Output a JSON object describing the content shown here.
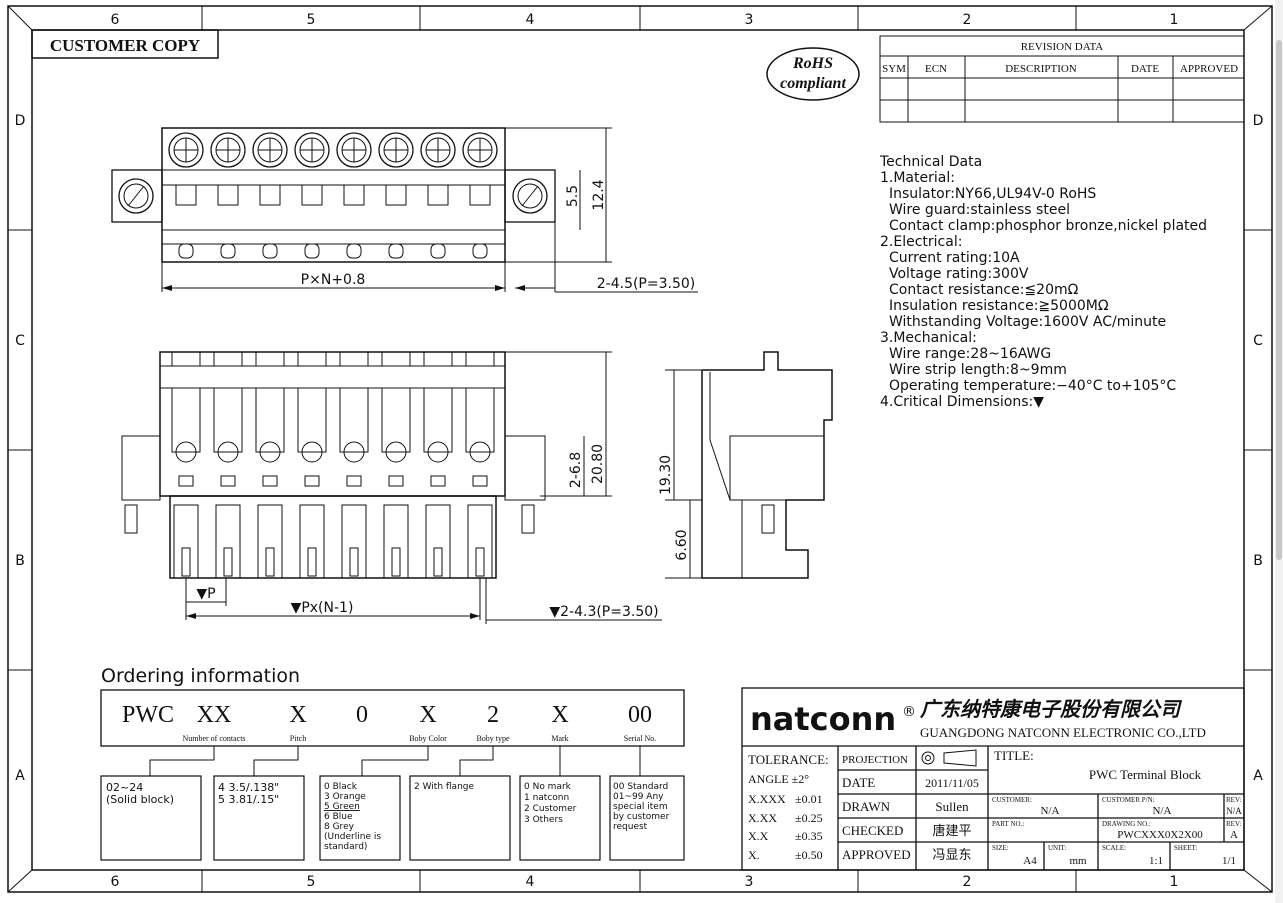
{
  "frame": {
    "cols_top": [
      "6",
      "5",
      "4",
      "3",
      "2",
      "1"
    ],
    "cols_bottom": [
      "6",
      "5",
      "4",
      "3",
      "2",
      "1"
    ],
    "rows": [
      "D",
      "C",
      "B",
      "A"
    ]
  },
  "stamp": "CUSTOMER COPY",
  "rohs": {
    "line1": "RoHS",
    "line2": "compliant"
  },
  "revision": {
    "title": "REVISION DATA",
    "headers": [
      "SYM",
      "ECN",
      "DESCRIPTION",
      "DATE",
      "APPROVED"
    ]
  },
  "technical": {
    "lines": [
      "Technical Data",
      "1.Material:",
      "  Insulator:NY66,UL94V-0 RoHS",
      "  Wire guard:stainless steel",
      "  Contact clamp:phosphor bronze,nickel plated",
      "2.Electrical:",
      "  Current rating:10A",
      "  Voltage rating:300V",
      "  Contact resistance:≦20mΩ",
      "  Insulation resistance:≧5000MΩ",
      "  Withstanding Voltage:1600V AC/minute",
      "3.Mechanical:",
      "  Wire range:28~16AWG",
      "  Wire strip length:8~9mm",
      "  Operating temperature:−40°C to+105°C",
      "4.Critical Dimensions:▼"
    ]
  },
  "dims": {
    "top_width": "P×N+0.8",
    "top_pitch": "2-4.5(P=3.50)",
    "top_h1": "5.5",
    "top_h2": "12.4",
    "front_h1": "2-6.8",
    "front_h2": "20.80",
    "front_p": "▼P",
    "front_pn": "▼Px(N-1)",
    "front_pitch": "▼2-4.3(P=3.50)",
    "side_h1": "19.30",
    "side_h2": "6.60"
  },
  "ordering": {
    "title": "Ordering information",
    "codes": [
      "PWC",
      "XX",
      "X",
      "0",
      "X",
      "2",
      "X",
      "00"
    ],
    "labels": [
      "Number of contacts",
      "Pitch",
      "Boby Color",
      "Boby type",
      "Mark",
      "Serial No."
    ],
    "boxes": [
      [
        "02~24",
        "(Solid block)"
      ],
      [
        "4  3.5/.138\"",
        "5  3.81/.15\""
      ],
      [
        "0  Black",
        "3  Orange",
        "5  Green",
        "6  Blue",
        "8  Grey",
        "(Underline is",
        "standard)"
      ],
      [
        "2  With flange"
      ],
      [
        "0  No mark",
        "1  natconn",
        "2  Customer",
        "3  Others"
      ],
      [
        "00 Standard",
        "01~99 Any",
        "special item",
        "by customer",
        "request"
      ]
    ]
  },
  "titleblock": {
    "brand": "natconn",
    "reg": "®",
    "company_cn": "广东纳特康电子股份有限公司",
    "company_en": "GUANGDONG NATCONN ELECTRONIC CO.,LTD",
    "tolerance": {
      "label": "TOLERANCE:",
      "angle": "ANGLE ±2°",
      "rows": [
        [
          "X.XXX",
          "±0.01"
        ],
        [
          "X.XX",
          "±0.25"
        ],
        [
          "X.X",
          "±0.35"
        ],
        [
          "X.",
          "±0.50"
        ]
      ]
    },
    "projection": "PROJECTION",
    "date_label": "DATE",
    "date": "2011/11/05",
    "drawn_label": "DRAWN",
    "drawn": "Sullen",
    "checked_label": "CHECKED",
    "checked": "唐建平",
    "approved_label": "APPROVED",
    "approved": "冯显东",
    "title_label": "TITLE:",
    "title": "PWC  Terminal Block",
    "customer_label": "CUSTOMER:",
    "customer": "N/A",
    "customer_pn_label": "CUSTOMER P/N:",
    "customer_pn": "N/A",
    "rev_label": "REV:",
    "rev1": "N/A",
    "part_label": "PART NO.:",
    "drawing_label": "DRAWING NO.:",
    "drawing": "PWCXXX0X2X00",
    "rev2": "A",
    "size_label": "SIZE:",
    "size": "A4",
    "unit_label": "UNIT:",
    "unit": "mm",
    "scale_label": "SCALE:",
    "scale": "1:1",
    "sheet_label": "SHEET:",
    "sheet": "1/1"
  }
}
